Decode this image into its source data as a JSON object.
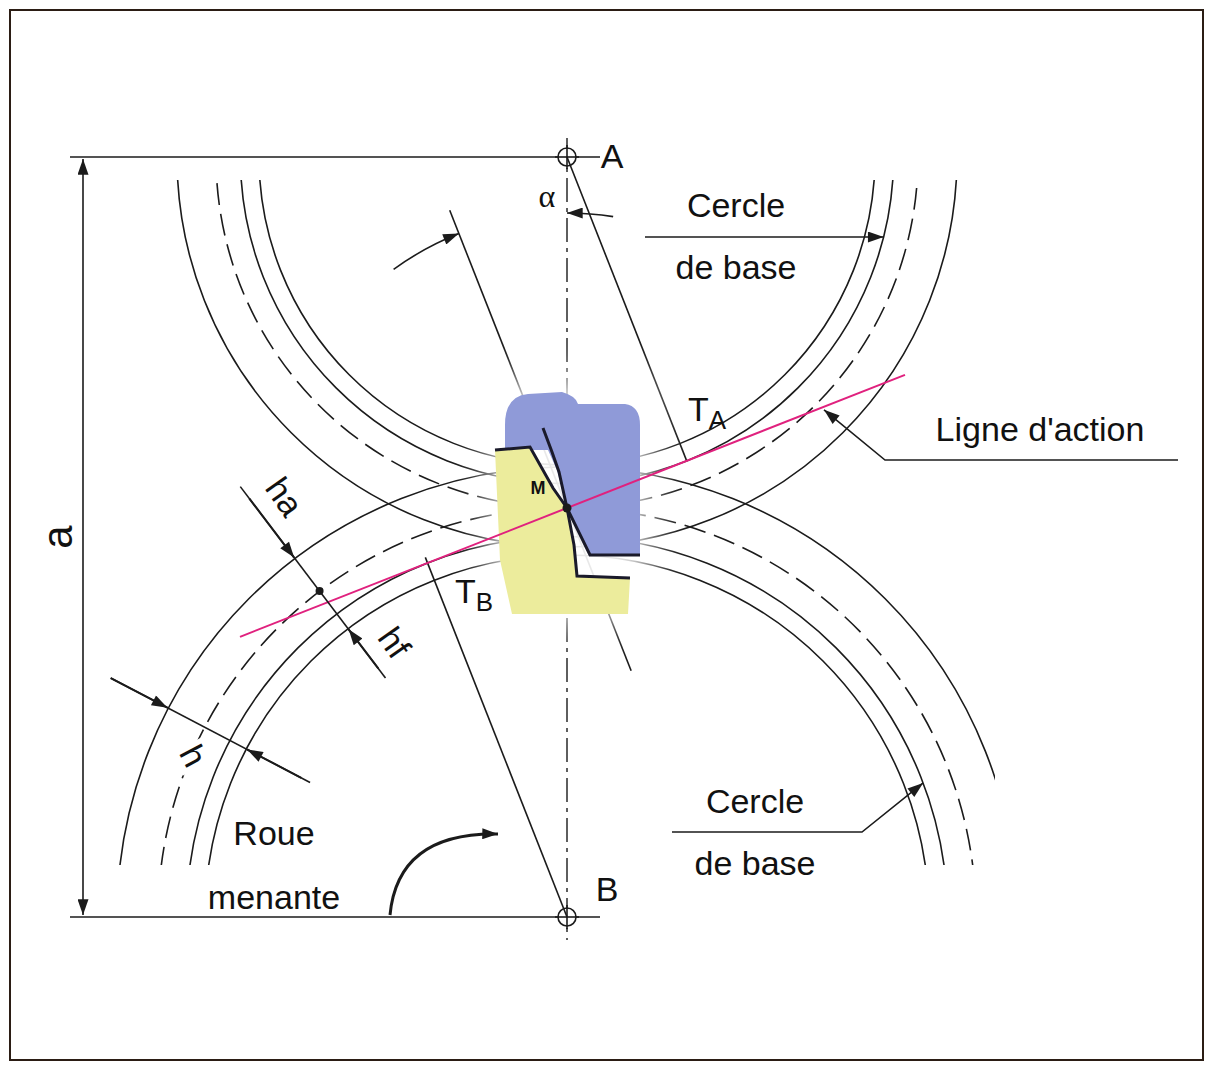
{
  "diagram": {
    "labels": [
      "A",
      "α",
      "Cercle de base",
      "TA",
      "Ligne d'action",
      "ha",
      "M",
      "TB",
      "h",
      "hf",
      "a",
      "Roue menante",
      "Cercle de base",
      "B"
    ]
  }
}
